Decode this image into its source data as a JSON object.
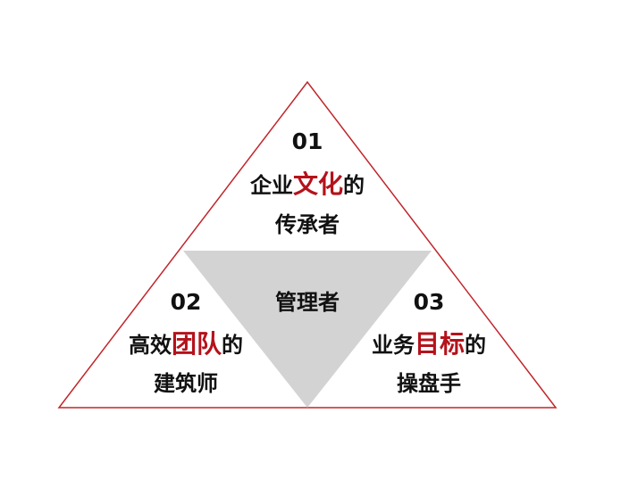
{
  "colors": {
    "outline": "#c0262c",
    "center_fill": "#d3d3d3",
    "text": "#111111",
    "accent": "#b5121b"
  },
  "center": {
    "label": "管理者"
  },
  "sections": [
    {
      "number": "01",
      "line1": {
        "before": "企业",
        "highlight": "文化",
        "after": "的"
      },
      "line2": "传承者"
    },
    {
      "number": "02",
      "line1": {
        "before": "高效",
        "highlight": "团队",
        "after": "的"
      },
      "line2": "建筑师"
    },
    {
      "number": "03",
      "line1": {
        "before": "业务",
        "highlight": "目标",
        "after": "的"
      },
      "line2": "操盘手"
    }
  ]
}
